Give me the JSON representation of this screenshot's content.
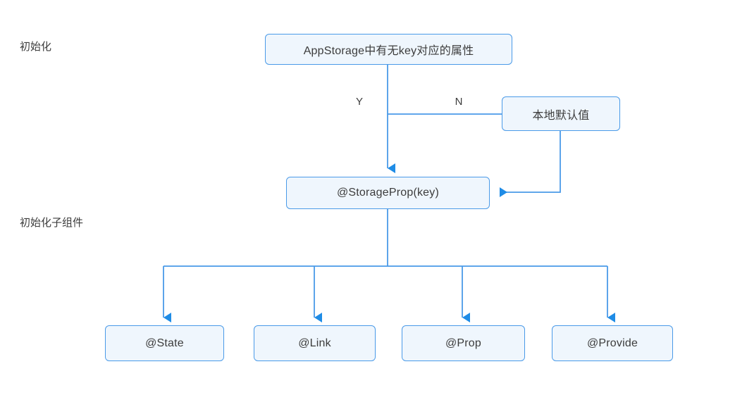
{
  "diagram": {
    "title_nodes": {
      "root": "AppStorage中有无key对应的属性",
      "local_default": "本地默认值",
      "storage_prop": "@StorageProp(key)",
      "state": "@State",
      "link": "@Link",
      "prop": "@Prop",
      "provide": "@Provide"
    },
    "stage_labels": {
      "init": "初始化",
      "init_child": "初始化子组件"
    },
    "edge_labels": {
      "yes": "Y",
      "no": "N"
    },
    "colors": {
      "node_fill": "#eff6fd",
      "node_border": "#4a9ae8",
      "connector": "#4a9ae8",
      "arrow": "#1f8ce6",
      "text": "#3c3c3c",
      "background": "#ffffff"
    }
  }
}
